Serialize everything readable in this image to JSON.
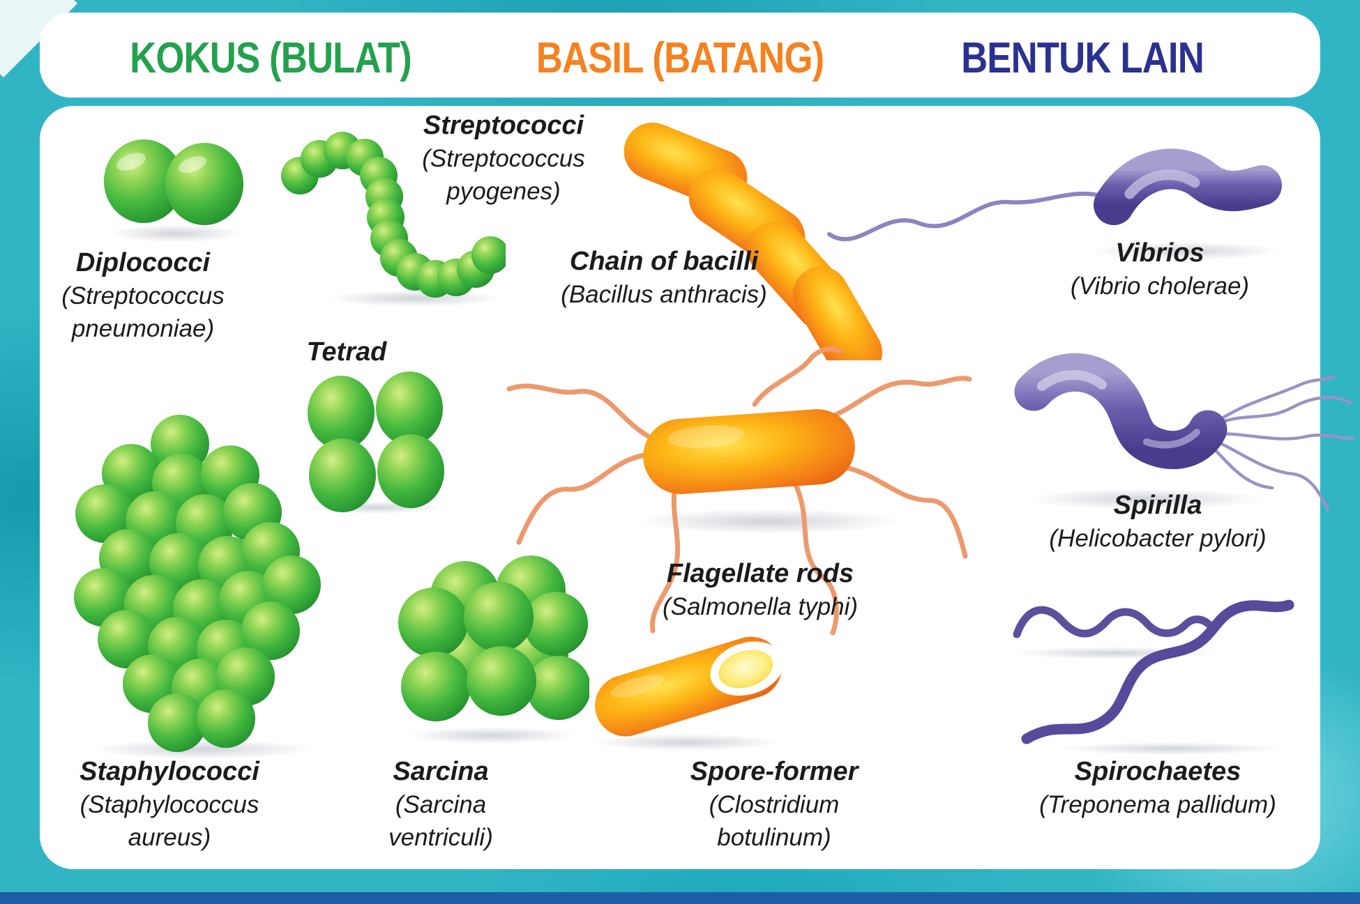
{
  "title_bar": {
    "headers": [
      {
        "label": "KOKUS (BULAT)",
        "color": "#23a14d"
      },
      {
        "label": "BASIL (BATANG)",
        "color": "#f5821f"
      },
      {
        "label": "BENTUK LAIN",
        "color": "#2b3191"
      }
    ]
  },
  "organisms": [
    {
      "name": "Diplococci",
      "species": "(Streptococcus pneumoniae)",
      "group": "kokus"
    },
    {
      "name": "Streptococci",
      "species": "(Streptococcus pyogenes)",
      "group": "kokus"
    },
    {
      "name": "Tetrad",
      "species": "",
      "group": "kokus"
    },
    {
      "name": "Staphylococci",
      "species": "(Staphylococcus aureus)",
      "group": "kokus"
    },
    {
      "name": "Sarcina",
      "species": "(Sarcina ventriculi)",
      "group": "kokus"
    },
    {
      "name": "Chain of bacilli",
      "species": "(Bacillus anthracis)",
      "group": "basil"
    },
    {
      "name": "Flagellate rods",
      "species": "(Salmonella typhi)",
      "group": "basil"
    },
    {
      "name": "Spore-former",
      "species": "(Clostridium botulinum)",
      "group": "basil"
    },
    {
      "name": "Vibrios",
      "species": "(Vibrio cholerae)",
      "group": "bentuk-lain"
    },
    {
      "name": "Spirilla",
      "species": "(Helicobacter pylori)",
      "group": "bentuk-lain"
    },
    {
      "name": "Spirochaetes",
      "species": "(Treponema pallidum)",
      "group": "bentuk-lain"
    }
  ],
  "colors": {
    "background_teal": "#31b5c5",
    "panel_white": "#ffffff",
    "coccus_green": "#44b83f",
    "bacillus_orange": "#f47f17",
    "other_purple": "#6c5fae",
    "label_text": "#1b1b1b",
    "bottom_bar_navy": "#1c5ea7"
  }
}
